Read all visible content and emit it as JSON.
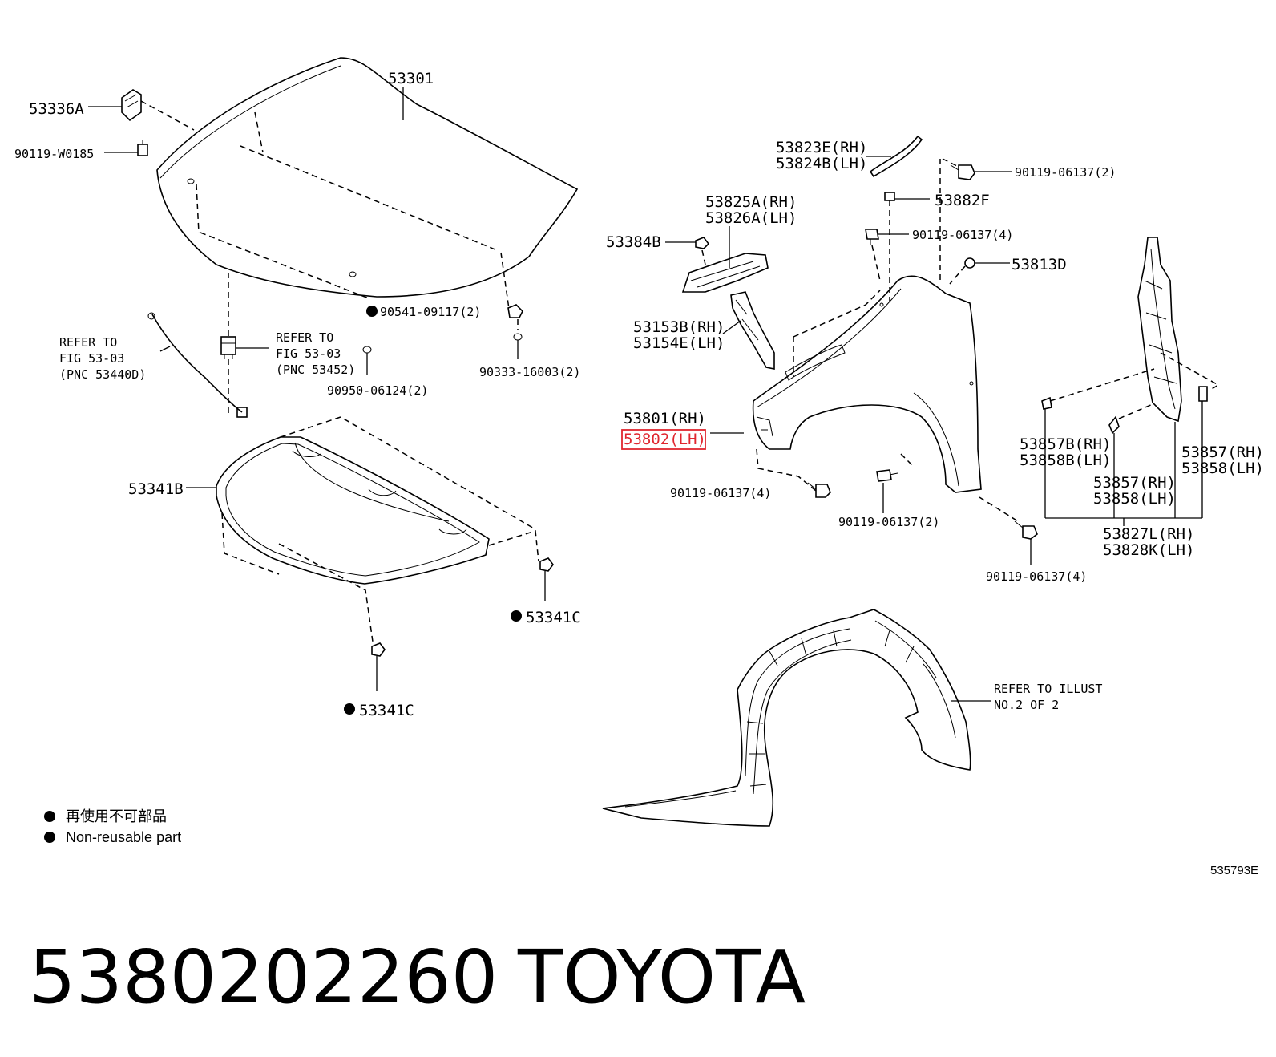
{
  "diagram": {
    "labels": {
      "hood": "53301",
      "hood_hinge_bracket": "53336A",
      "hinge_bolt": "90119-W0185",
      "refer_left_1": "REFER TO",
      "refer_left_2": "FIG 53-03",
      "refer_left_3": "(PNC 53440D)",
      "refer_mid_1": "REFER TO",
      "refer_mid_2": "FIG 53-03",
      "refer_mid_3": "(PNC 53452)",
      "nut_bumper": "90541-09117(2)",
      "cushion": "90333-16003(2)",
      "pin": "90950-06124(2)",
      "insulator": "53341B",
      "clip_right": "53341C",
      "clip_bottom": "53341C",
      "seal_rh": "53823E(RH)",
      "seal_lh": "53824B(LH)",
      "bolt_top": "90119-06137(2)",
      "nut_f": "53882F",
      "bolt_4a": "90119-06137(4)",
      "clip_d": "53813D",
      "retainer": "53384B",
      "protector_rh": "53825A(RH)",
      "protector_lh": "53826A(LH)",
      "bracket_rh": "53153B(RH)",
      "bracket_lh": "53154E(LH)",
      "fender_rh": "53801(RH)",
      "fender_lh": "53802(LH)",
      "bolt_4b": "90119-06137(4)",
      "bolt_2": "90119-06137(2)",
      "bolt_4c": "90119-06137(4)",
      "seal_b_rh": "53857B(RH)",
      "seal_b_lh": "53858B(LH)",
      "seal_mid_rh": "53857(RH)",
      "seal_mid_lh": "53858(LH)",
      "seal_right_rh": "53857(RH)",
      "seal_right_lh": "53858(LH)",
      "seal_assy_rh": "53827L(RH)",
      "seal_assy_lh": "53828K(LH)",
      "refer_liner_1": "REFER TO ILLUST",
      "refer_liner_2": "NO.2 OF 2"
    },
    "legend": {
      "jp": "再使用不可部品",
      "en": "Non-reusable part"
    },
    "figure_code": "535793E",
    "highlight_part": "53802(LH)"
  },
  "caption": {
    "part_number": "5380202260",
    "brand": "TOYOTA"
  },
  "colors": {
    "highlight": "#e0262f",
    "ink": "#000000"
  }
}
